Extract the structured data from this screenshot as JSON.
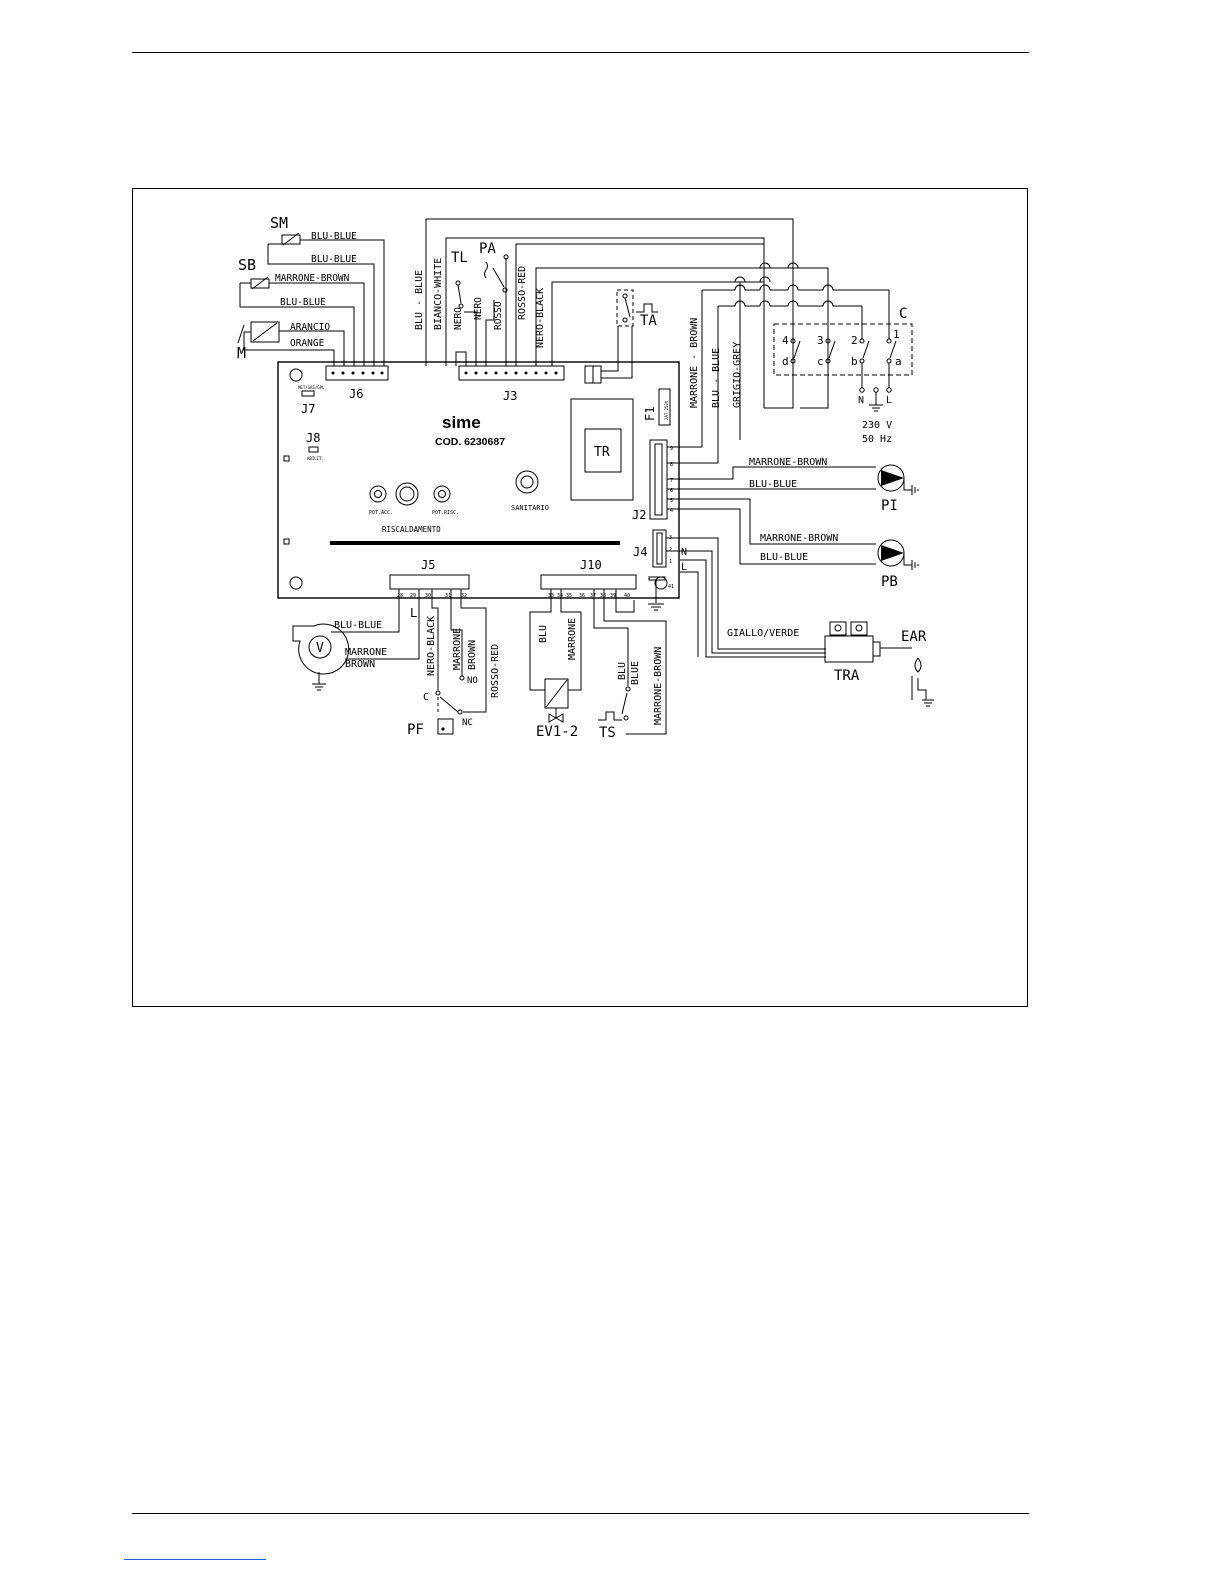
{
  "diagram": {
    "components": {
      "SM": "SM",
      "SB": "SB",
      "M": "M",
      "TL": "TL",
      "PA": "PA",
      "TA": "TA",
      "C": "C",
      "TR": "TR",
      "F1": "F1",
      "PI": "PI",
      "PB": "PB",
      "V": "V",
      "PF": "PF",
      "EV": "EV1-2",
      "TS": "TS",
      "TRA": "TRA",
      "EAR": "EAR"
    },
    "connectors": {
      "J6": "J6",
      "J7": "J7",
      "J8": "J8",
      "J3": "J3",
      "J2": "J2",
      "J4": "J4",
      "J5": "J5",
      "J10": "J10"
    },
    "board": {
      "brand": "sime",
      "code": "COD. 6230687",
      "riscaldamento": "RISCALDAMENTO",
      "sanitario": "SANITARIO",
      "pot_acc": "POT.ACC.",
      "pot_risc": "POT.RISC.",
      "j7_tag": "MET/GAS/GPL",
      "j8_tag": "ABILIT.",
      "f1_tag": "2AT 250V"
    },
    "wires": {
      "sm_1": "BLU-BLUE",
      "sm_2": "BLU-BLUE",
      "sb_1": "MARRONE-BROWN",
      "sb_2": "BLU-BLUE",
      "m_1": "ARANCIO",
      "m_2": "ORANGE",
      "j3_1": "BLU - BLUE",
      "j3_2": "BIANCO-WHITE",
      "j3_3": "NERO",
      "j3_4": "NERO",
      "j3_5": "ROSSO",
      "j3_6": "ROSSO-RED",
      "j3_7": "NERO-BLACK",
      "j2_1": "MARRONE - BROWN",
      "j2_2": "BLU - BLUE",
      "j2_3": "GRIGIO-GREY",
      "pi_1": "MARRONE-BROWN",
      "pi_2": "BLU-BLUE",
      "pb_1": "MARRONE-BROWN",
      "pb_2": "BLU-BLUE",
      "v_1": "BLU-BLUE",
      "v_2": "MARRONE",
      "v_3": "BROWN",
      "j5_1": "NERO-BLACK",
      "j5_2": "MARRONE",
      "j5_3": "BROWN",
      "j5_4": "ROSSO-RED",
      "j10_1": "BLU",
      "j10_2": "MARRONE",
      "ts_1": "BLU",
      "ts_2": "BLUE",
      "ts_3": "MARRONE-BROWN",
      "tra": "GIALLO/VERDE"
    },
    "supply": {
      "n": "N",
      "earth": "⏚",
      "l": "L",
      "voltage": "230 V",
      "freq": "50 Hz"
    },
    "switch_numbers": [
      "4",
      "3",
      "2",
      "1"
    ],
    "switch_letters": [
      "d",
      "c",
      "b",
      "a"
    ],
    "pf_contacts": {
      "c": "C",
      "no": "NO",
      "nc": "NC"
    },
    "j5_pins": [
      "28",
      "29",
      "30",
      "31",
      "32"
    ],
    "j10_pins": [
      "33",
      "34",
      "35",
      "36",
      "37",
      "38",
      "39",
      "40"
    ],
    "j2_pins": [
      "9",
      "8",
      "7",
      "6",
      "5",
      "4"
    ],
    "j4_pins": [
      "3",
      "2",
      "1"
    ],
    "j4_nl": {
      "n": "N",
      "l": "L"
    },
    "pin_41": "41",
    "l_label": "L"
  }
}
